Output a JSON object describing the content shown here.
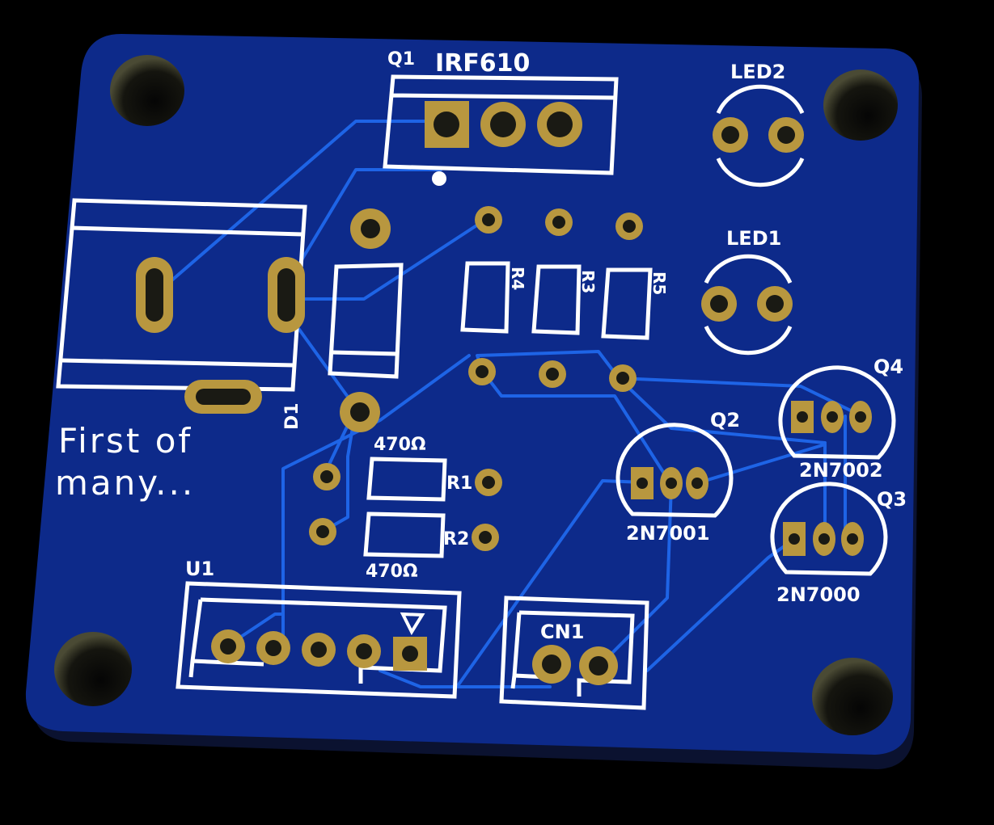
{
  "board": {
    "tagline_line1": "First of",
    "tagline_line2": "many...",
    "colors": {
      "background": "#000000",
      "board_face": "#0d2a8a",
      "board_edge": "#0b1230",
      "trace": "#1e64e6",
      "silkscreen": "#ffffff",
      "pad_gold": "#b8973f",
      "pad_gold_dark": "#7a6226",
      "hole": "#1a1a14"
    },
    "mounting_hole_icon": "mounting-hole-icon"
  },
  "components": {
    "q1": {
      "ref": "Q1",
      "value": "IRF610"
    },
    "led2": {
      "ref": "LED2"
    },
    "led1": {
      "ref": "LED1"
    },
    "r3": {
      "ref": "R3"
    },
    "r4": {
      "ref": "R4"
    },
    "r5": {
      "ref": "R5"
    },
    "d1": {
      "ref": "D1"
    },
    "r1": {
      "ref": "R1",
      "value": "470Ω"
    },
    "r2": {
      "ref": "R2",
      "value": "470Ω"
    },
    "q2": {
      "ref": "Q2",
      "value": "2N7001"
    },
    "q3": {
      "ref": "Q3",
      "value": "2N7000"
    },
    "q4": {
      "ref": "Q4",
      "value": "2N7002"
    },
    "u1": {
      "ref": "U1"
    },
    "cn1": {
      "ref": "CN1"
    }
  }
}
